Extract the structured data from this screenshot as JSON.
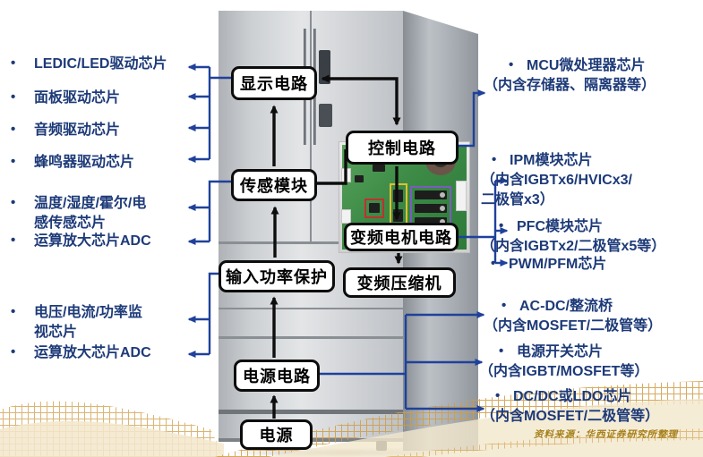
{
  "colors": {
    "navy_text": "#1d3a78",
    "line_blue": "#1f419b",
    "line_black": "#0d0d0d",
    "gold": "#a6811c"
  },
  "bullet_char": "•",
  "nodes": {
    "display": "显示电路",
    "control": "控制电路",
    "sensor": "传感模块",
    "motor": "变频电机电路",
    "input_protect": "输入功率保护",
    "compressor": "变频压缩机",
    "power_circuit": "电源电路",
    "power": "电源"
  },
  "left_panel": {
    "items": [
      {
        "text": "LEDIC/LED驱动芯片"
      },
      {
        "text": "面板驱动芯片"
      },
      {
        "text": "音频驱动芯片"
      },
      {
        "text": "蜂鸣器驱动芯片"
      },
      {
        "text": "温度/湿度/霍尔/电\n感传感芯片"
      },
      {
        "text": "运算放大芯片ADC"
      },
      {
        "text": "电压/电流/功率监\n视芯片"
      },
      {
        "text": "运算放大芯片ADC"
      }
    ]
  },
  "right_panel": {
    "items": [
      {
        "text": "MCU微处理器芯片\n（内含存储器、隔离器等）"
      },
      {
        "text": "IPM模块芯片\n（内含IGBTx6/HVICx3/\n二极管x3）"
      },
      {
        "text": "PFC模块芯片\n（内含IGBTx2/二极管x5等）"
      },
      {
        "text": "PWM/PFM芯片"
      },
      {
        "text": "AC-DC/整流桥\n（内含MOSFET/二极管等）"
      },
      {
        "text": "电源开关芯片\n（内含IGBT/MOSFET等）"
      },
      {
        "text": "DC/DC或LDO芯片\n（内含MOSFET/二极管等）"
      }
    ]
  },
  "footer": {
    "source": "资料来源：华西证券研究所整理"
  }
}
